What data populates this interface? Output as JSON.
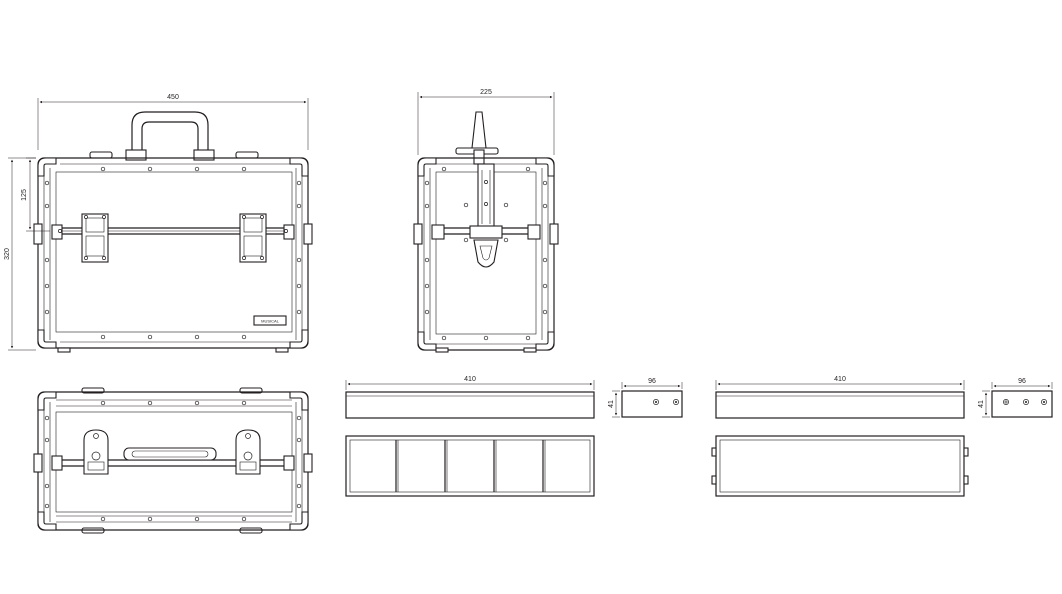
{
  "dimensions": {
    "front_width": "450",
    "front_height": "320",
    "lid_height": "125",
    "side_width": "225",
    "tray1_length": "410",
    "tray1_end_width": "96",
    "tray1_height": "41",
    "tray2_length": "410",
    "tray2_end_width": "96",
    "tray2_height": "41"
  },
  "nameplate": {
    "text": "MUSICAL"
  }
}
